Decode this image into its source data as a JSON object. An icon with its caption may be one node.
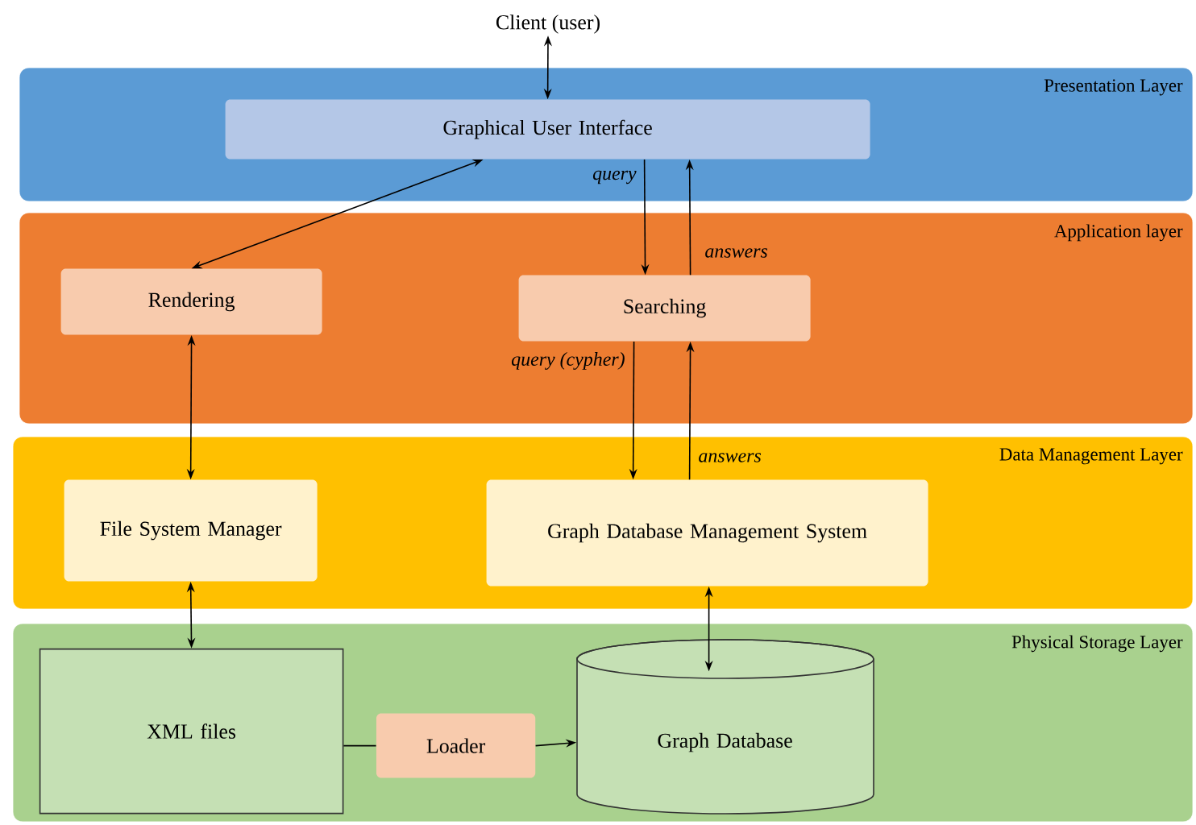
{
  "diagram": {
    "nodes": [
      {
        "text": [
          "Client (user)"
        ]
      },
      {
        "text": [
          "Presentation Layer"
        ]
      },
      {
        "text": [
          "Graphical User Interface"
        ],
        "in": 1
      },
      {
        "text": [
          "Application layer"
        ]
      },
      {
        "text": [
          "Rendering"
        ],
        "in": 3
      },
      {
        "text": [
          "Searching"
        ],
        "in": 3
      },
      {
        "text": [
          "Data Management Layer"
        ]
      },
      {
        "text": [
          "File System Manager"
        ],
        "in": 6
      },
      {
        "text": [
          "Graph Database Management System"
        ],
        "in": 6
      },
      {
        "text": [
          "Physical Storage Layer"
        ]
      },
      {
        "text": [
          "XML files"
        ],
        "in": 9
      },
      {
        "text": [
          "Loader"
        ],
        "in": 9
      },
      {
        "text": [
          "Graph Database"
        ],
        "in": 9
      }
    ],
    "edges": [
      {
        "from": 0,
        "to": 2,
        "arrow": "both"
      },
      {
        "from": 2,
        "to": 4,
        "arrow": "both"
      },
      {
        "from": 2,
        "to": 5,
        "arrow": "to",
        "label": "query"
      },
      {
        "from": 5,
        "to": 2,
        "arrow": "to",
        "label": "answers"
      },
      {
        "from": 5,
        "to": 8,
        "arrow": "to",
        "label": "query (cypher)"
      },
      {
        "from": 8,
        "to": 5,
        "arrow": "to",
        "label": "answers"
      },
      {
        "from": 4,
        "to": 7,
        "arrow": "both"
      },
      {
        "from": 7,
        "to": 10,
        "arrow": "both"
      },
      {
        "from": 8,
        "to": 12,
        "arrow": "both"
      },
      {
        "from": 10,
        "to": 11,
        "arrow": "none"
      },
      {
        "from": 11,
        "to": 12,
        "arrow": "to"
      }
    ]
  }
}
